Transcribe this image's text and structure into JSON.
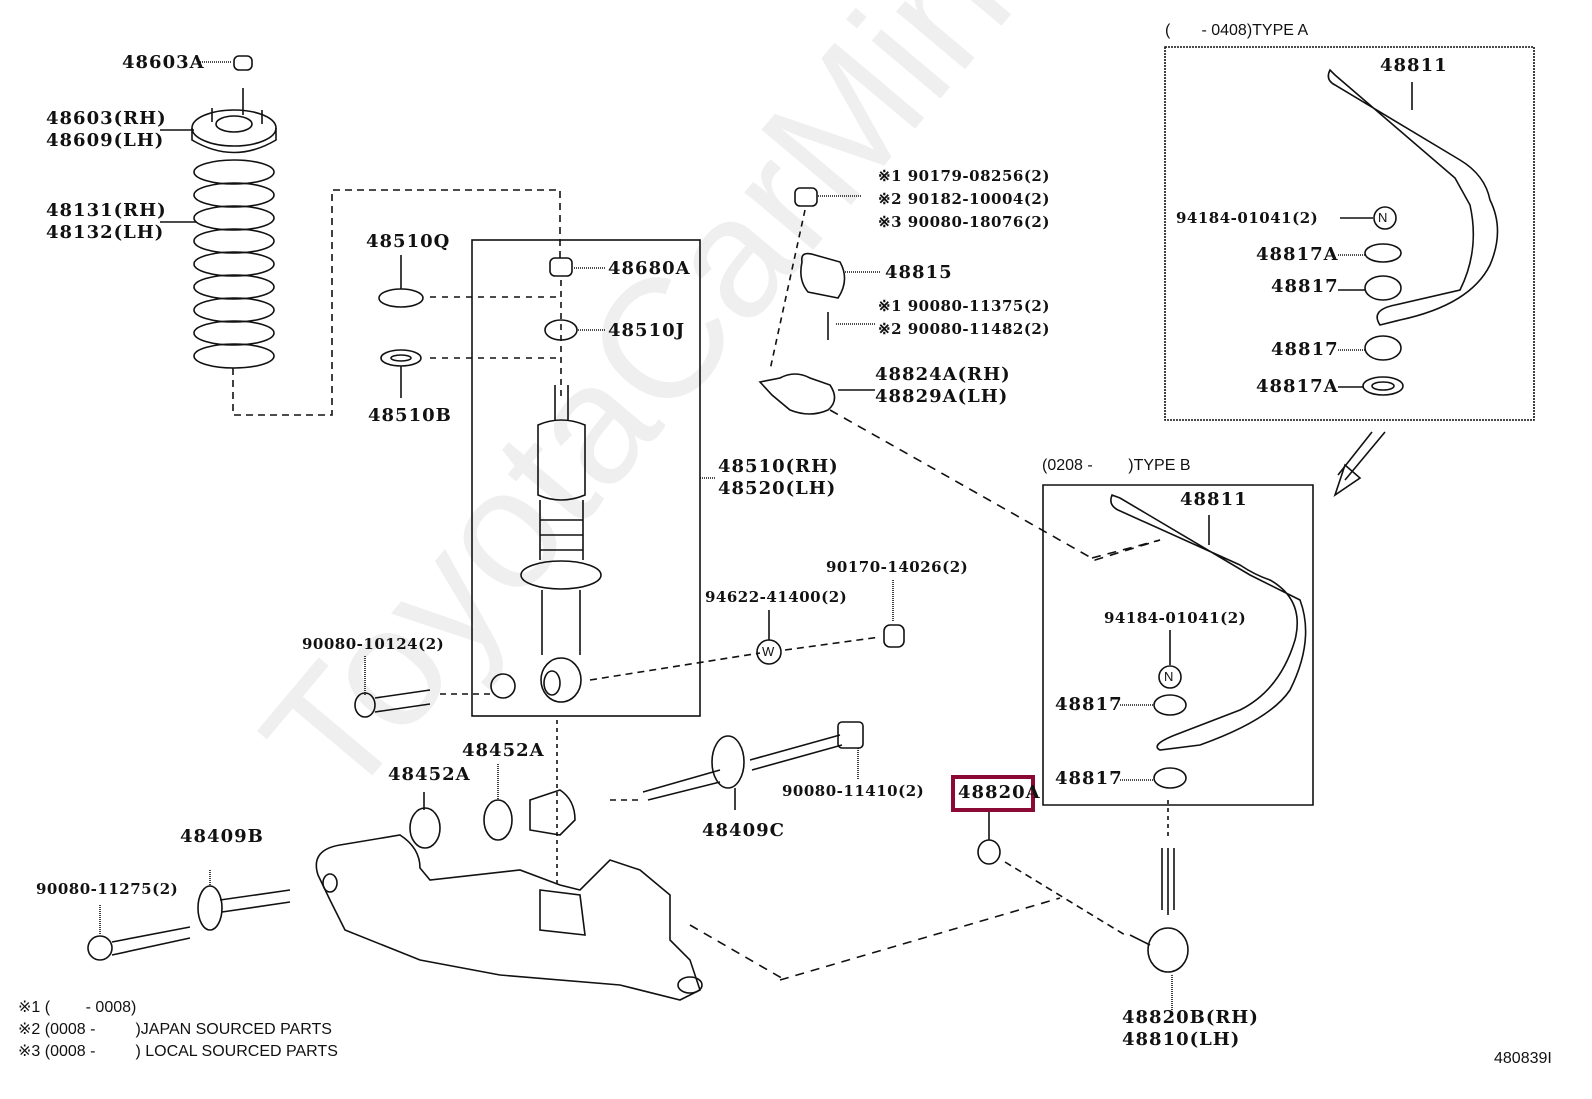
{
  "diagram_id": "480839I",
  "watermark": "ToyotaCarMine.ru",
  "highlighted_part": "48820A",
  "type_boxes": {
    "type_a": {
      "title": "(       - 0408)TYPE A"
    },
    "type_b": {
      "title": "(0208 -        )TYPE B"
    }
  },
  "labels": {
    "p48603A": "48603A",
    "p48603_rh": "48603(RH)",
    "p48609_lh": "48609(LH)",
    "p48131_rh": "48131(RH)",
    "p48132_lh": "48132(LH)",
    "p48510Q": "48510Q",
    "p48510B": "48510B",
    "p48680A": "48680A",
    "p48510J": "48510J",
    "p48510_rh": "48510(RH)",
    "p48520_lh": "48520(LH)",
    "p90179": "※1  90179-08256(2)",
    "p90182": "※2  90182-10004(2)",
    "p90080_18076": "※3  90080-18076(2)",
    "p48815": "48815",
    "p90080_11375": "※1  90080-11375(2)",
    "p90080_11482": "※2  90080-11482(2)",
    "p48824A_rh": "48824A(RH)",
    "p48829A_lh": "48829A(LH)",
    "p90170": "90170-14026(2)",
    "p94622": "94622-41400(2)",
    "p90080_10124": "90080-10124(2)",
    "p48452A_1": "48452A",
    "p48452A_2": "48452A",
    "p48409B": "48409B",
    "p90080_11275": "90080-11275(2)",
    "p48409C": "48409C",
    "p90080_11410": "90080-11410(2)",
    "p48820A": "48820A",
    "p48820B_rh": "48820B(RH)",
    "p48810_lh": "48810(LH)",
    "a48811": "48811",
    "a94184": "94184-01041(2)",
    "a48817A_1": "48817A",
    "a48817_1": "48817",
    "a48817_2": "48817",
    "a48817A_2": "48817A",
    "b48811": "48811",
    "b94184": "94184-01041(2)",
    "b48817_1": "48817",
    "b48817_2": "48817"
  },
  "symbols": {
    "nut_type_n": "N",
    "washer_type_w": "W"
  },
  "footnotes": [
    "※1 (        - 0008)",
    "※2 (0008 -         )JAPAN SOURCED PARTS",
    "※3 (0008 -         ) LOCAL SOURCED PARTS"
  ],
  "colors": {
    "line": "#111111",
    "highlight": "#8b0a35",
    "watermark": "#efefef"
  }
}
